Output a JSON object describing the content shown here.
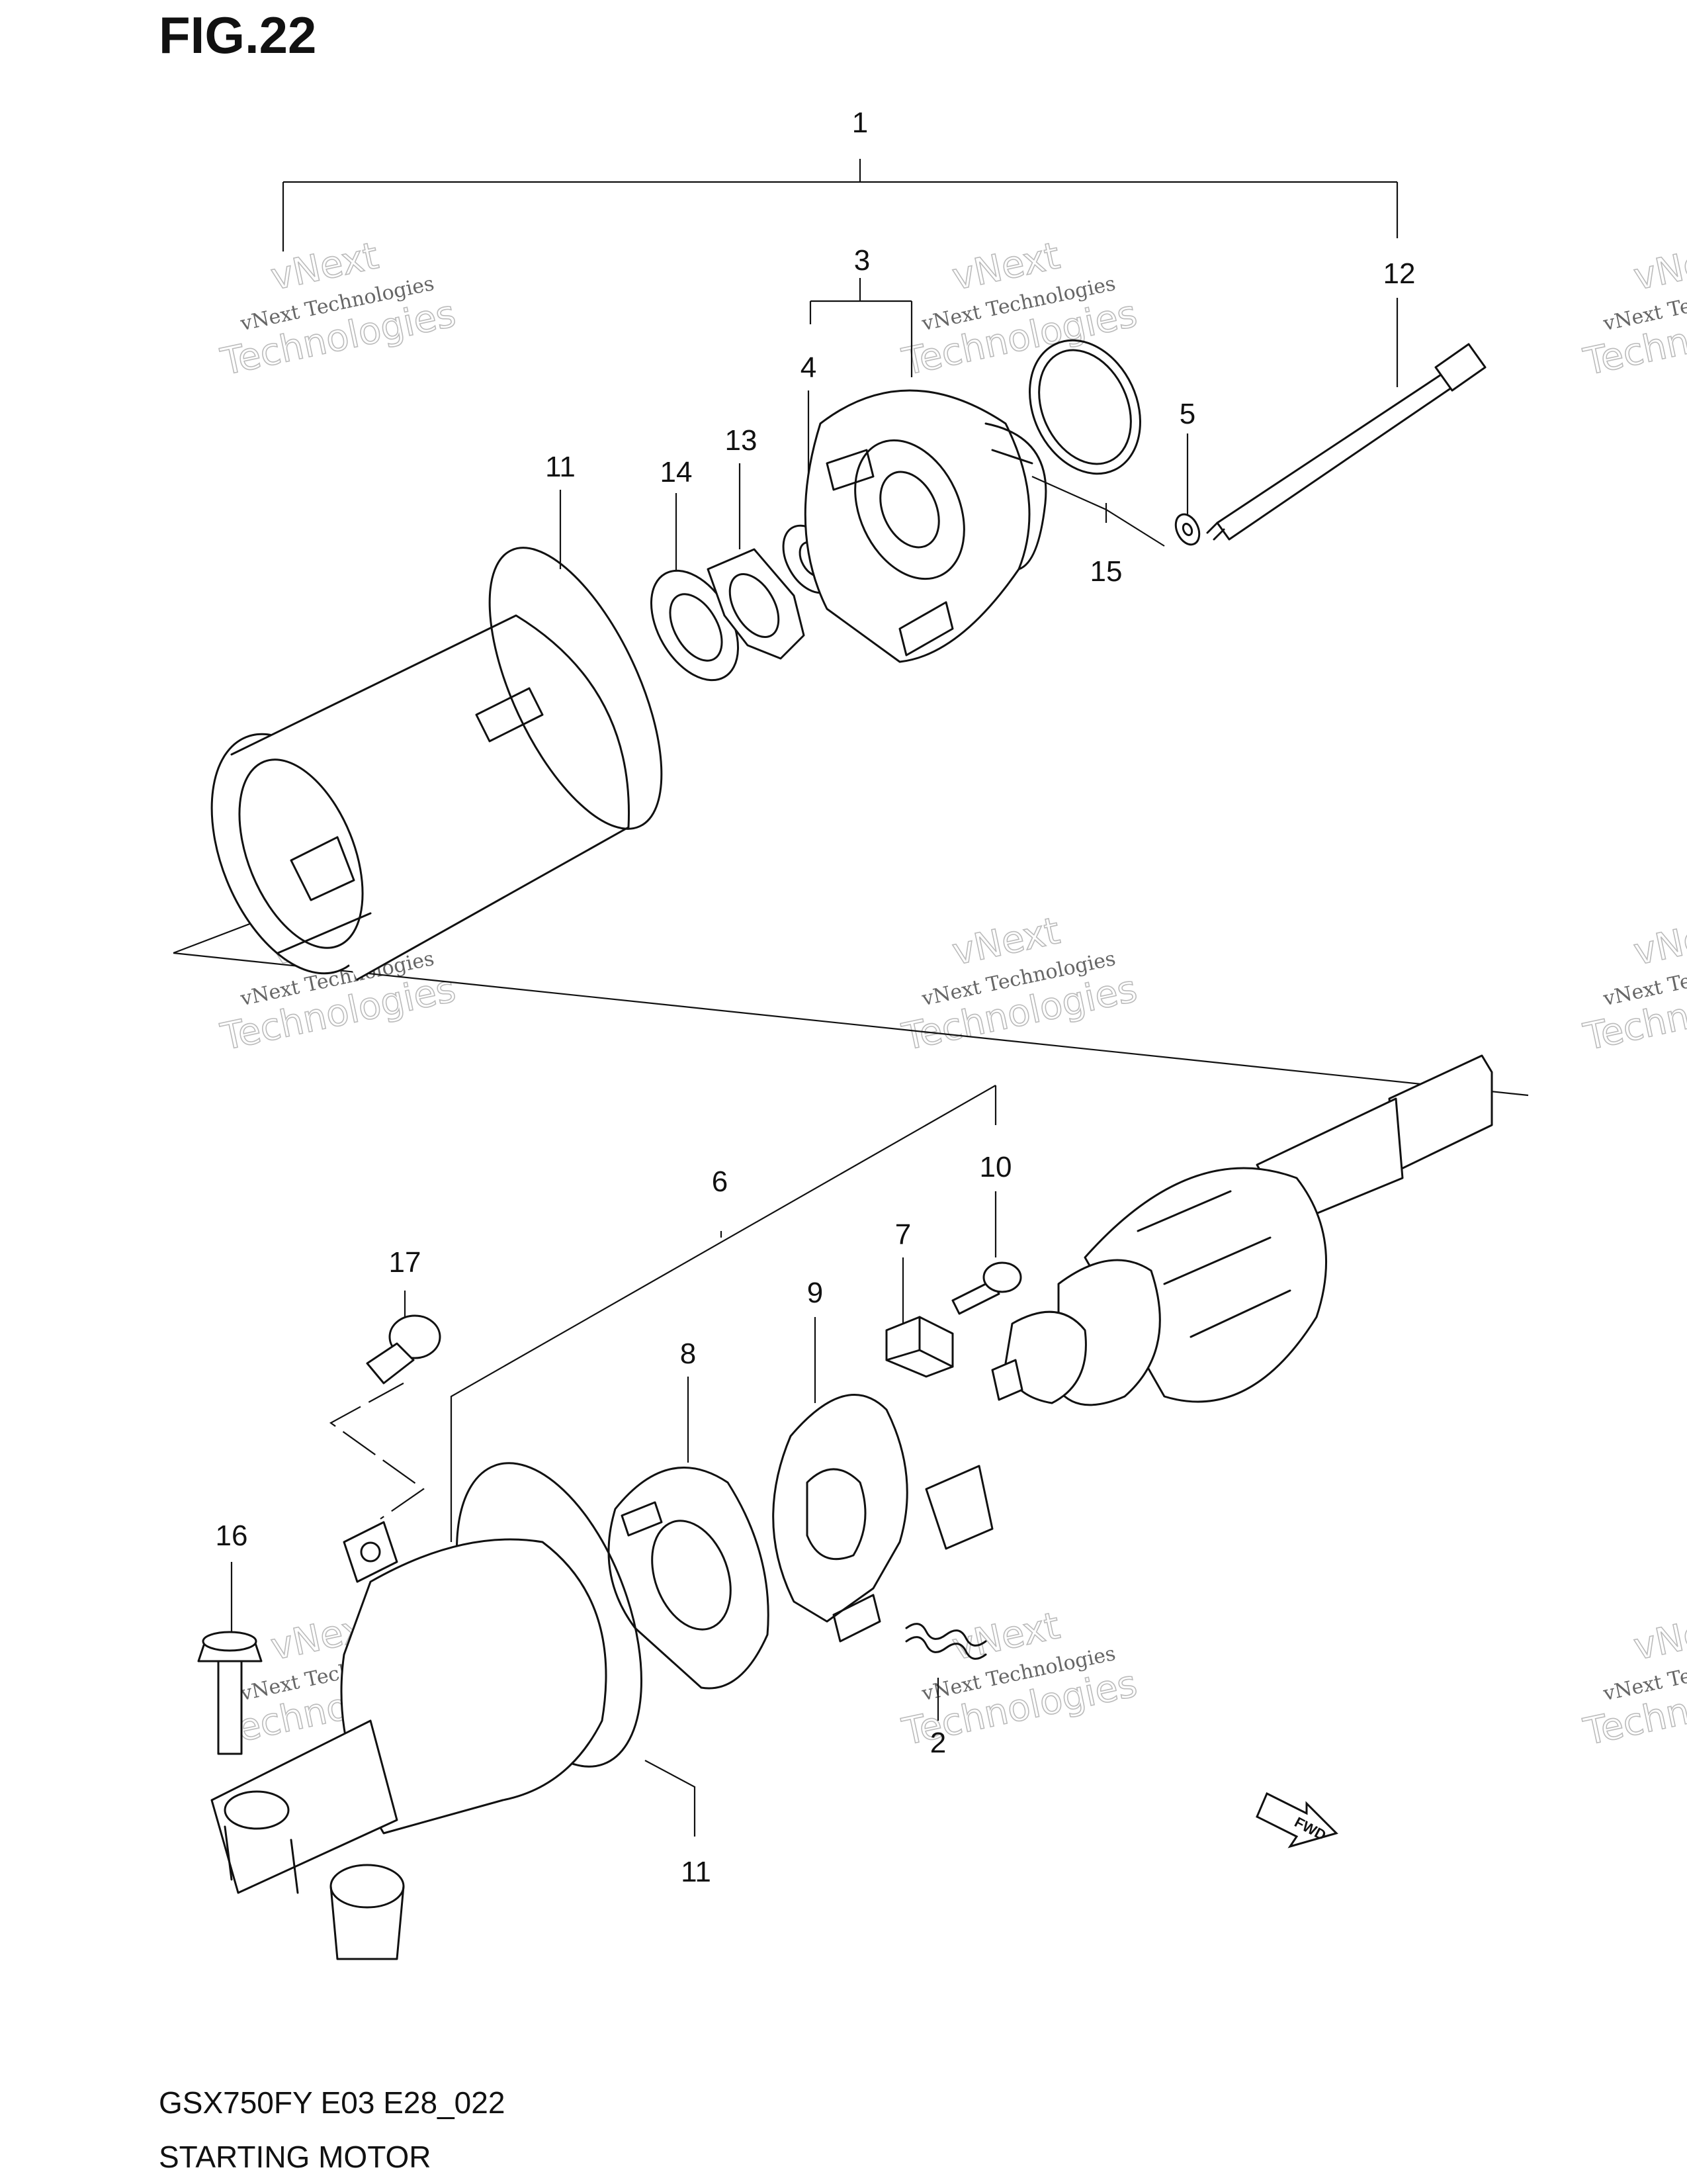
{
  "figure": {
    "title": "FIG.22",
    "model_code": "GSX750FY E03 E28_022",
    "name": "STARTING MOTOR"
  },
  "callouts": [
    "1",
    "3",
    "12",
    "4",
    "13",
    "14",
    "11",
    "5",
    "15",
    "10",
    "6",
    "7",
    "17",
    "9",
    "8",
    "16",
    "2",
    "11"
  ],
  "watermark": {
    "line1": "vNext",
    "line2": "vNext Technologies",
    "line3": "Technologies"
  },
  "direction_marker": {
    "label": "FWD"
  }
}
